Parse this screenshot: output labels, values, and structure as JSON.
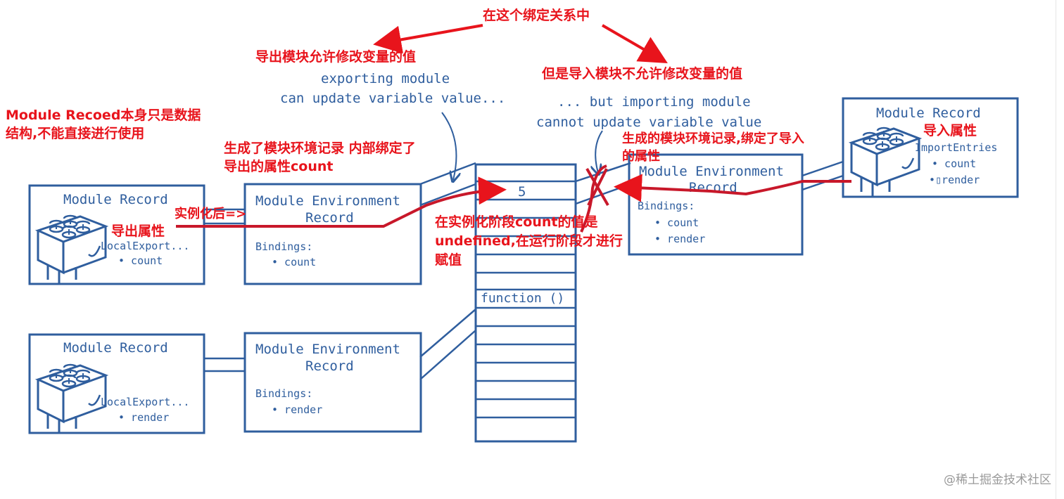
{
  "module_record_label": "Module Record",
  "module_env_label_line1": "Module Environment",
  "module_env_label_line2": "Record",
  "bindings_label": "Bindings:",
  "local_export_label": "LocalExport...",
  "import_entries_label": "ImportEntries",
  "bullet_count": "• count",
  "bullet_render": "• render",
  "bullet_render_import": "•▯render",
  "memory_value_5": "5",
  "memory_function": "function ()",
  "hand_exporting_line1": "exporting module",
  "hand_exporting_line2": "can update variable value...",
  "hand_importing_line1": "... but importing module",
  "hand_importing_line2": "cannot update variable value",
  "notes": {
    "binding_relation": "在这个绑定关系中",
    "export_can_modify": "导出模块允许修改变量的值",
    "import_cannot_modify": "但是导入模块不允许修改变量的值",
    "module_record_desc_line1": "Module Recoed本身只是数据",
    "module_record_desc_line2": "结构,不能直接进行使用",
    "generated_env_line1": "生成了模块环境记录 内部绑定了",
    "generated_env_line2": "导出的属性count",
    "generated_import_env_line1": "生成的模块环境记录,绑定了导入",
    "generated_import_env_line2": "的属性",
    "after_instantiation": "实例化后=>",
    "export_property": "导出属性",
    "import_property": "导入属性",
    "undefined_note_line1": "在实例化阶段count的值是",
    "undefined_note_line2": "undefined,在运行阶段才进行",
    "undefined_note_line3": "赋值"
  },
  "watermark": "@稀土掘金技术社区",
  "colors": {
    "sketch_blue": "#2f5e9e",
    "annotation_red": "#e8141c",
    "binding_red": "#c8182a"
  }
}
